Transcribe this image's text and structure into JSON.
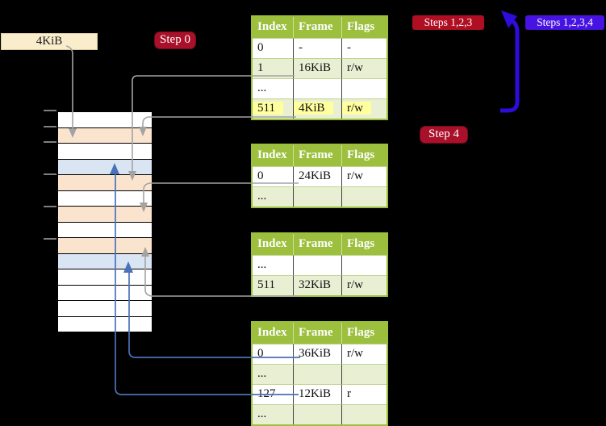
{
  "colors": {
    "background": "#000000",
    "table_header_green": "#9CBF3D",
    "table_row_green": "#E8EFD3",
    "memory_peach": "#FBE4CE",
    "memory_blue": "#D9E5F3",
    "wheat_box": "#FAEDCB",
    "badge_red": "#A9102A",
    "badge_blue": "#4713E2",
    "arrow_gray": "#A3A3A3",
    "arrow_steel_blue": "#4A72B8",
    "arrow_thick_blue": "#2F0BDC",
    "highlight_yellow": "#FFFF9E"
  },
  "cr3_box": {
    "label": "4KiB"
  },
  "badges": {
    "step0": "Step 0",
    "steps123": "Steps 1,2,3",
    "steps1234": "Steps 1,2,3,4",
    "step4": "Step 4"
  },
  "memory_column": {
    "rows": [
      "white",
      "peach",
      "white",
      "blue",
      "peach",
      "white",
      "peach",
      "white",
      "peach",
      "blue",
      "white",
      "white",
      "white",
      "white"
    ],
    "tick_count": 6
  },
  "tables": [
    {
      "headers": [
        "Index",
        "Frame",
        "Flags"
      ],
      "rows": [
        {
          "index": "0",
          "frame": "-",
          "flags": "-",
          "highlight": false
        },
        {
          "index": "1",
          "frame": "16KiB",
          "flags": "r/w",
          "highlight": false
        },
        {
          "index": "...",
          "frame": "",
          "flags": "",
          "highlight": false
        },
        {
          "index": "511",
          "frame": "4KiB",
          "flags": "r/w",
          "highlight": true
        }
      ]
    },
    {
      "headers": [
        "Index",
        "Frame",
        "Flags"
      ],
      "rows": [
        {
          "index": "0",
          "frame": "24KiB",
          "flags": "r/w",
          "highlight": false
        },
        {
          "index": "...",
          "frame": "",
          "flags": "",
          "highlight": false
        }
      ]
    },
    {
      "headers": [
        "Index",
        "Frame",
        "Flags"
      ],
      "rows": [
        {
          "index": "...",
          "frame": "",
          "flags": "",
          "highlight": false
        },
        {
          "index": "511",
          "frame": "32KiB",
          "flags": "r/w",
          "highlight": false
        }
      ]
    },
    {
      "headers": [
        "Index",
        "Frame",
        "Flags"
      ],
      "rows": [
        {
          "index": "0",
          "frame": "36KiB",
          "flags": "r/w",
          "highlight": false
        },
        {
          "index": "...",
          "frame": "",
          "flags": "",
          "highlight": false
        },
        {
          "index": "127",
          "frame": "12KiB",
          "flags": "r",
          "highlight": false
        },
        {
          "index": "...",
          "frame": "",
          "flags": "",
          "highlight": false
        }
      ]
    }
  ],
  "arrows": [
    {
      "from": "4KiB-box",
      "to": "memory-row-2",
      "color": "gray"
    },
    {
      "from": "table1-row-1",
      "to": "memory-row-5",
      "color": "gray"
    },
    {
      "from": "table1-row-511",
      "to": "memory-row-2",
      "color": "gray"
    },
    {
      "from": "table2-row-0",
      "to": "memory-row-7",
      "color": "gray"
    },
    {
      "from": "table3-row-511",
      "to": "memory-row-9",
      "color": "gray"
    },
    {
      "from": "table4-row-0",
      "to": "memory-row-10",
      "color": "steel-blue"
    },
    {
      "from": "table4-row-127",
      "to": "memory-row-4",
      "color": "steel-blue"
    },
    {
      "from": "below-steps-badges",
      "to": "steps123-badge",
      "color": "thick-blue"
    }
  ]
}
